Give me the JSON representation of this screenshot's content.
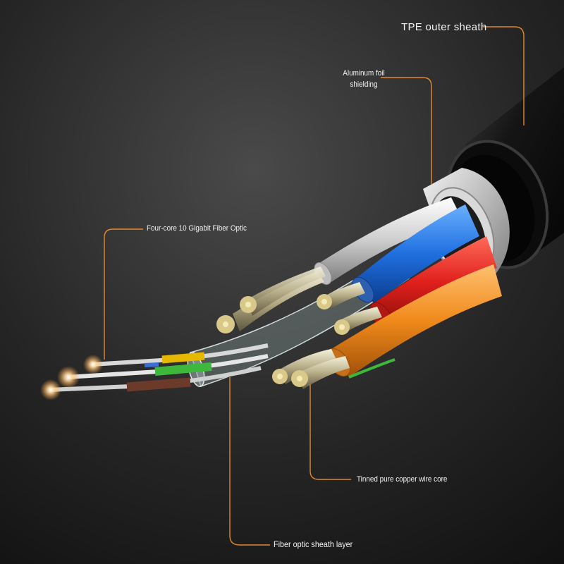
{
  "labels": {
    "outer_sheath": "TPE outer sheath",
    "foil_shield_line1": "Aluminum foil",
    "foil_shield_line2": "shielding",
    "fiber_optic": "Four-core 10 Gigabit Fiber Optic",
    "copper_core": "Tinned pure copper wire core",
    "fiber_sheath": "Fiber optic sheath layer"
  },
  "colors": {
    "background": "#1a1a1a",
    "callout_line": "#e08a2e",
    "outer_sheath": "#141414",
    "foil": "#c9c9c9",
    "wire_blue": "#1f6fe0",
    "wire_red": "#e0201c",
    "wire_orange": "#f08a1a",
    "wire_white": "#dcdcdc",
    "fiber_yellow": "#e6b800",
    "fiber_green": "#3db83a",
    "fiber_brown": "#6b3a2a",
    "copper": "#cfc6a0",
    "fiber_glow": "#ffd9a0"
  }
}
